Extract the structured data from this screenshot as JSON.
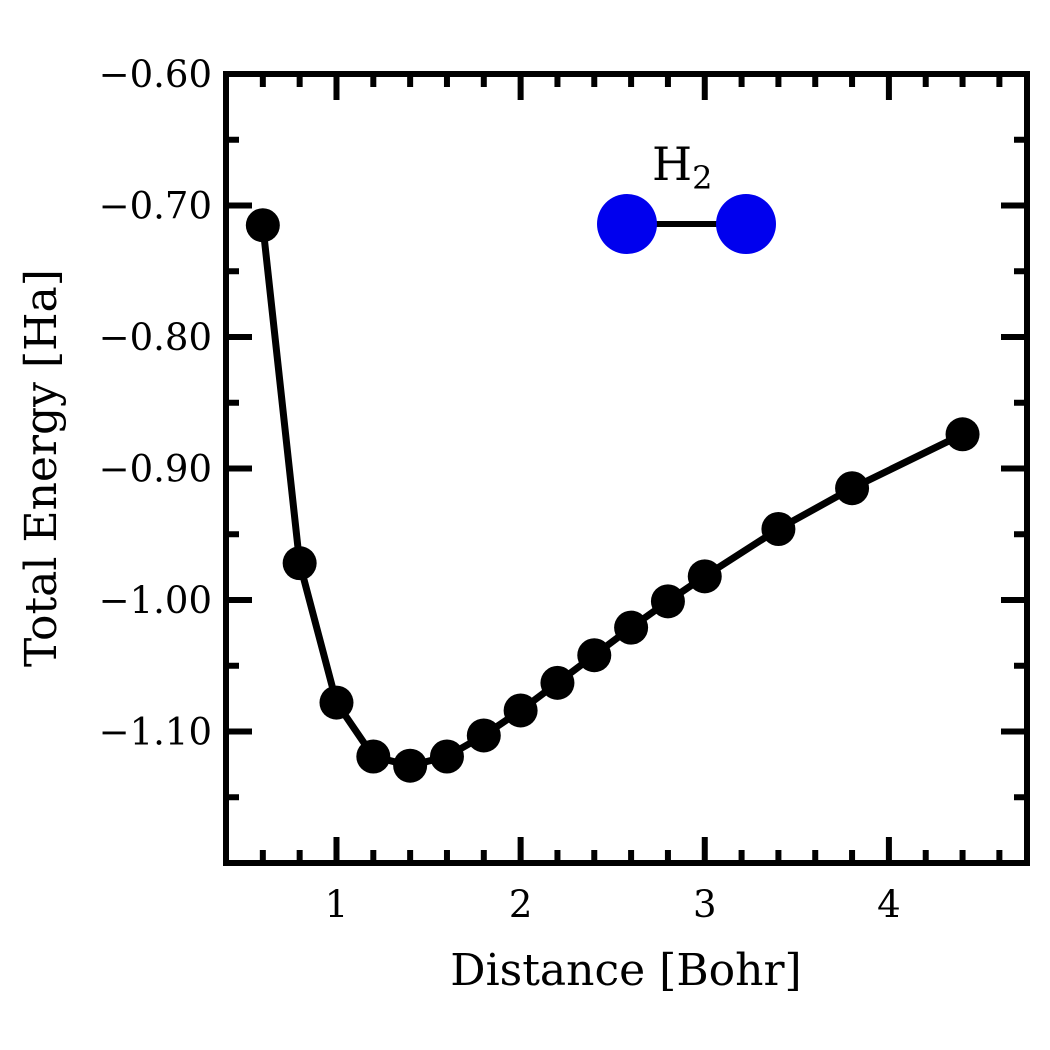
{
  "chart_data": {
    "type": "line",
    "title": "",
    "xlabel": "Distance [Bohr]",
    "ylabel": "Total Energy [Ha]",
    "xlim": [
      0.4,
      4.75
    ],
    "ylim": [
      -1.2,
      -0.6
    ],
    "x_ticks": [
      1,
      2,
      3,
      4
    ],
    "x_tick_labels": [
      "1",
      "2",
      "3",
      "4"
    ],
    "y_ticks": [
      -0.6,
      -0.7,
      -0.8,
      -0.9,
      -1.0,
      -1.1
    ],
    "y_tick_labels": [
      "−0.60",
      "−0.70",
      "−0.80",
      "−0.90",
      "−1.00",
      "−1.10"
    ],
    "grid": false,
    "legend": "none",
    "series": [
      {
        "color": "#000000",
        "marker": "circle",
        "x": [
          0.6,
          0.8,
          1.0,
          1.2,
          1.4,
          1.6,
          1.8,
          2.0,
          2.2,
          2.4,
          2.6,
          2.8,
          3.0,
          3.4,
          3.8,
          4.4
        ],
        "y": [
          -0.715,
          -0.972,
          -1.078,
          -1.119,
          -1.126,
          -1.119,
          -1.103,
          -1.084,
          -1.063,
          -1.042,
          -1.021,
          -1.001,
          -0.982,
          -0.946,
          -0.915,
          -0.874
        ]
      }
    ],
    "annotation": {
      "label_main": "H",
      "label_subscript": "2",
      "atom_color": "#0000ee",
      "bond_color": "#000000"
    }
  }
}
